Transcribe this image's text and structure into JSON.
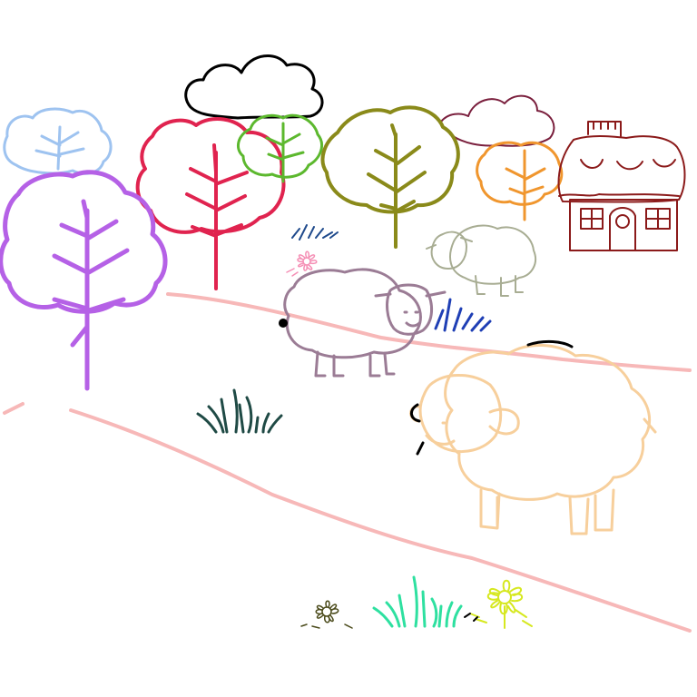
{
  "scene": {
    "background": "#ffffff",
    "description_visible_text": ""
  },
  "palette": {
    "path": "#f7b8b8",
    "tree_lightblue": "#9ec3f0",
    "tree_purple": "#b561e6",
    "tree_crimson": "#e0234f",
    "tree_green": "#5cb82e",
    "tree_olive": "#8a8a1a",
    "tree_orange": "#f0962e",
    "cloud_black": "#000000",
    "cloud_maroon": "#7a1f3d",
    "house": "#8b1a1a",
    "sheep_back": "#a8ad93",
    "sheep_middle": "#9b7c95",
    "sheep_front": "#f7cf9c",
    "grass_navy": "#1f4a8c",
    "grass_blue": "#1f3fb5",
    "grass_darkteal": "#1f4a45",
    "grass_mint": "#2ee0a0",
    "flower_pink": "#f58fb5",
    "flower_olive": "#4a4a1a",
    "flower_yellow": "#d6e81f"
  },
  "objects": [
    {
      "kind": "path",
      "name": "meadow-path"
    },
    {
      "kind": "cloud",
      "name": "cloud-black"
    },
    {
      "kind": "cloud",
      "name": "cloud-maroon"
    },
    {
      "kind": "tree",
      "name": "tree-lightblue"
    },
    {
      "kind": "tree",
      "name": "tree-purple"
    },
    {
      "kind": "tree",
      "name": "tree-crimson"
    },
    {
      "kind": "tree",
      "name": "tree-green"
    },
    {
      "kind": "tree",
      "name": "tree-olive"
    },
    {
      "kind": "tree",
      "name": "tree-orange"
    },
    {
      "kind": "house",
      "name": "cottage"
    },
    {
      "kind": "sheep",
      "name": "sheep-back"
    },
    {
      "kind": "sheep",
      "name": "sheep-middle"
    },
    {
      "kind": "sheep",
      "name": "sheep-front"
    },
    {
      "kind": "grass",
      "name": "grass-clumps"
    },
    {
      "kind": "flower",
      "name": "flowers"
    }
  ]
}
